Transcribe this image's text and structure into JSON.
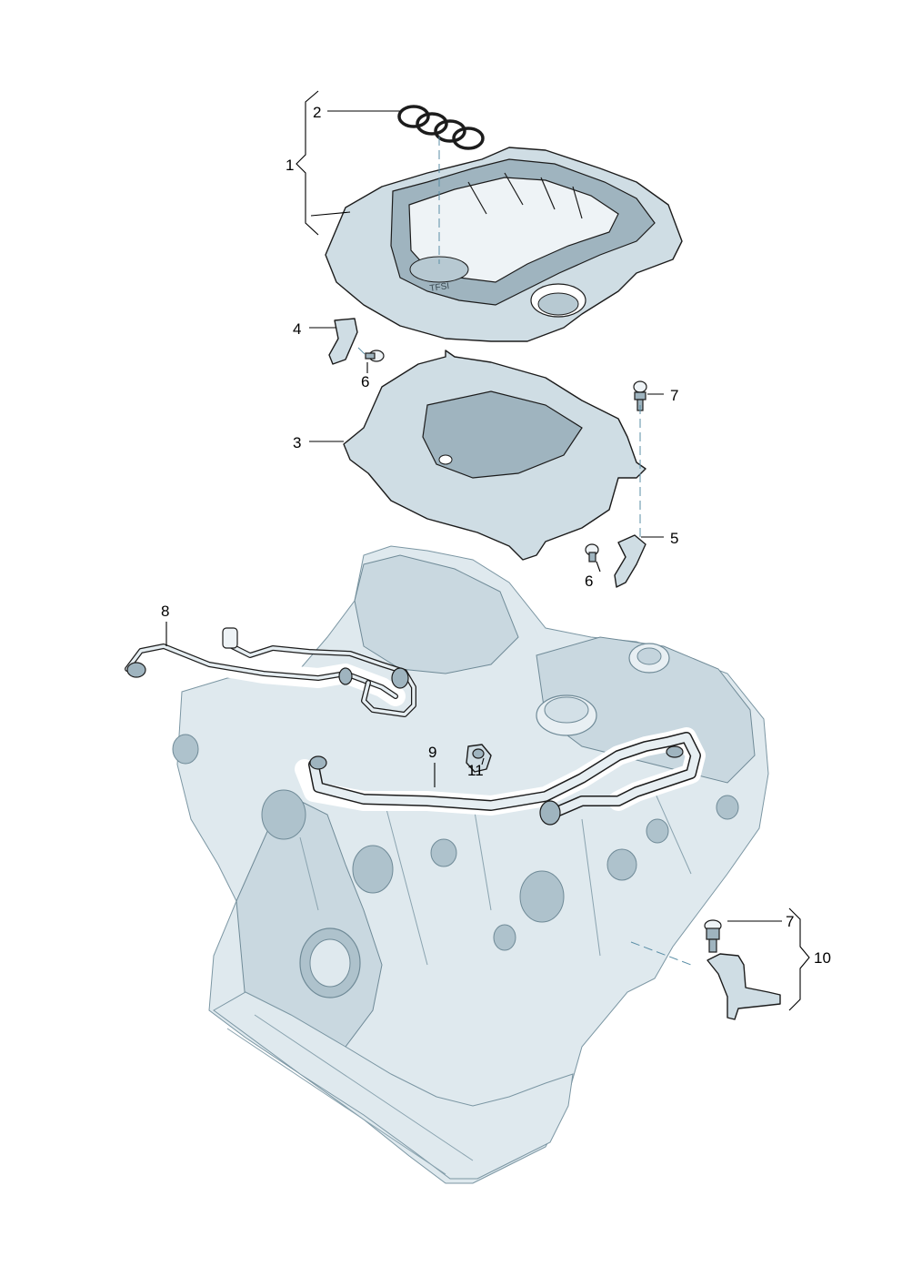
{
  "callouts": {
    "c1": "1",
    "c2": "2",
    "c3": "3",
    "c4": "4",
    "c5": "5",
    "c6a": "6",
    "c6b": "6",
    "c7a": "7",
    "c7b": "7",
    "c8": "8",
    "c9": "9",
    "c10": "10",
    "c11": "11"
  },
  "cover_badge": "TFSI",
  "colors": {
    "part_fill": "#cfdde4",
    "engine_ghost": "#dfe9ee",
    "outline": "#1c1c1c",
    "axis_dash": "#5a8ea6"
  }
}
